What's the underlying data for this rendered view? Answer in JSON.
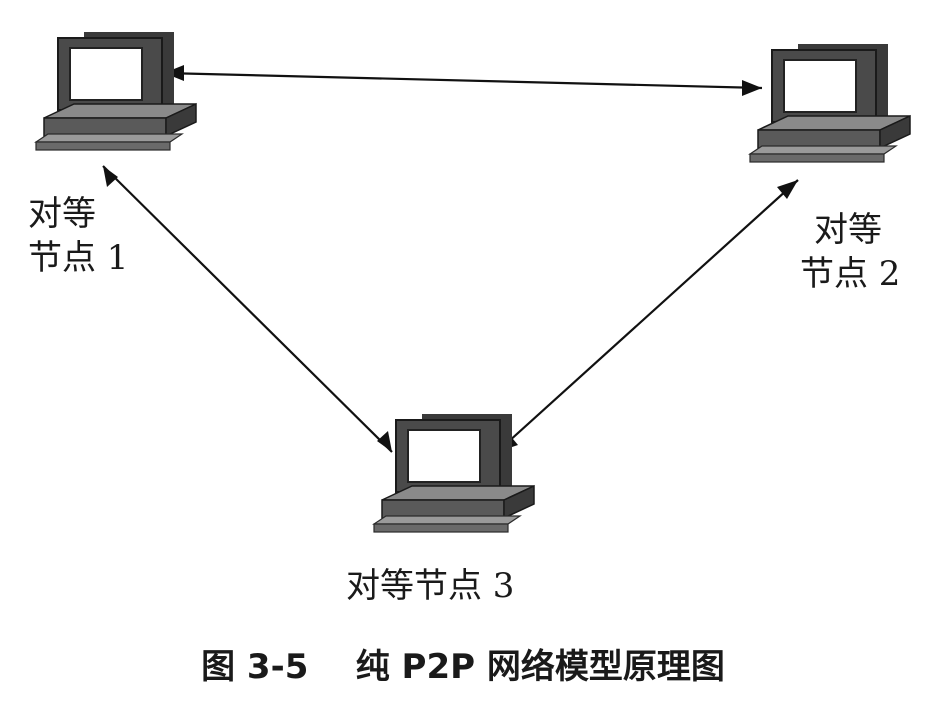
{
  "nodes": [
    {
      "line1": "对等",
      "line2": "节点 1"
    },
    {
      "line1": "对等",
      "line2": "节点 2"
    },
    {
      "label": "对等节点 3"
    }
  ],
  "caption": {
    "figure_number": "图 3-5",
    "title": "纯 P2P 网络模型原理图"
  }
}
